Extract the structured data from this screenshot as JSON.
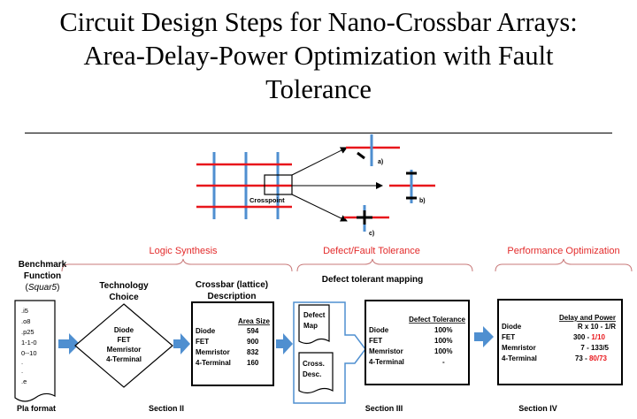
{
  "title": {
    "line1": "Circuit Design Steps for Nano-Crossbar Arrays:",
    "line2": "Area-Delay-Power Optimization with Fault",
    "line3": "Tolerance"
  },
  "crosspoint": {
    "label": "Crosspoint",
    "option_a": "a)",
    "option_b": "b)",
    "option_c": "c)"
  },
  "stages": {
    "logic_synthesis": "Logic Synthesis",
    "defect_tolerance": "Defect/Fault Tolerance",
    "performance": "Performance Optimization"
  },
  "benchmark": {
    "title_line1": "Benchmark",
    "title_line2": "Function",
    "name": "Squar5",
    "lines": [
      ".i5",
      ".o8",
      ".p25",
      "1-1-0",
      "0--10",
      ".",
      ".",
      ".e"
    ],
    "footer": "Pla format"
  },
  "technology": {
    "title_line1": "Technology",
    "title_line2": "Choice",
    "items": [
      "Diode",
      "FET",
      "Memristor",
      "4-Terminal"
    ]
  },
  "crossbar": {
    "title_line1": "Crossbar (lattice)",
    "title_line2": "Description",
    "header": "Area Size",
    "rows": [
      {
        "name": "Diode",
        "value": "594"
      },
      {
        "name": "FET",
        "value": "900"
      },
      {
        "name": "Memristor",
        "value": "832"
      },
      {
        "name": "4-Terminal",
        "value": "160"
      }
    ]
  },
  "mapping": {
    "title": "Defect tolerant mapping",
    "defect_map_line1": "Defect",
    "defect_map_line2": "Map",
    "cross_desc_line1": "Cross.",
    "cross_desc_line2": "Desc."
  },
  "defect_table": {
    "header": "Defect Tolerance",
    "rows": [
      {
        "name": "Diode",
        "value": "100%"
      },
      {
        "name": "FET",
        "value": "100%"
      },
      {
        "name": "Memristor",
        "value": "100%"
      },
      {
        "name": "4-Terminal",
        "value": "-"
      }
    ]
  },
  "delay_table": {
    "header": "Delay and Power",
    "rows": [
      {
        "name": "Diode",
        "v1": "R x 10",
        "sep": " - ",
        "v2": "1/R"
      },
      {
        "name": "FET",
        "v1": "300",
        "sep": " - ",
        "v2": "1/10"
      },
      {
        "name": "Memristor",
        "v1": "7",
        "sep": " - ",
        "v2": "133/5"
      },
      {
        "name": "4-Terminal",
        "v1": "73",
        "sep": " - ",
        "v2": "80/73"
      }
    ]
  },
  "sections": {
    "s2": "Section II",
    "s3": "Section III",
    "s4": "Section IV"
  },
  "colors": {
    "wire_red": "#e8161b",
    "wire_blue": "#4f8fd0",
    "stage_red": "#e32b2b",
    "bracket": "#c97a7a",
    "arrow_blue": "#4f8fd0",
    "value_red": "#e8161b"
  }
}
